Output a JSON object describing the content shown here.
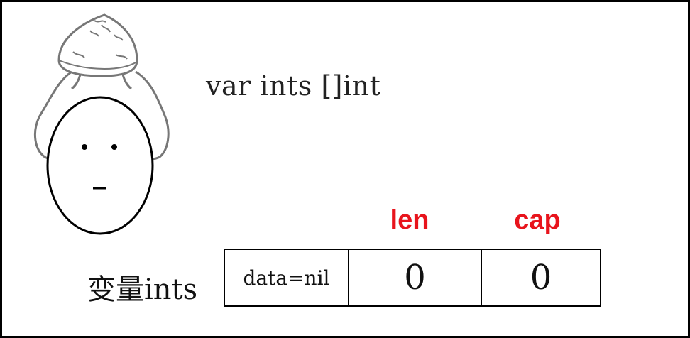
{
  "code": "var ints []int",
  "variable_label": "变量ints",
  "slice_header": {
    "data_cell": "data=nil",
    "len_label": "len",
    "len_value": "0",
    "cap_label": "cap",
    "cap_value": "0"
  },
  "colors": {
    "field_label": "#e8141c",
    "outline": "#000000",
    "hair": "#777777"
  }
}
